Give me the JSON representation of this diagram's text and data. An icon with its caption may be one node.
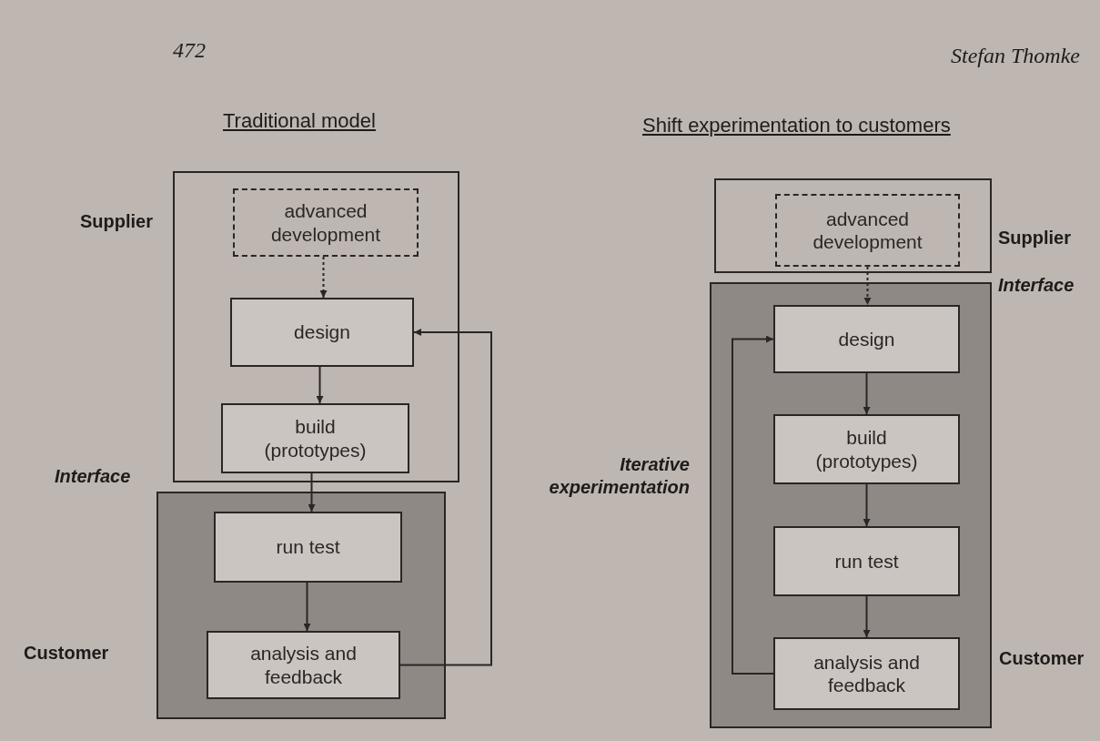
{
  "diagram": {
    "nodes": [
      {
        "text": [],
        "shape": "box",
        "beside": [
          "Supplier"
        ]
      },
      {
        "text": [
          "advanced development"
        ],
        "in": 0
      },
      {
        "text": [
          "design"
        ],
        "in": 0
      },
      {
        "text": [
          "build (prototypes)"
        ],
        "in": 0
      },
      {
        "text": [],
        "shape": "box",
        "beside": [
          "Customer"
        ]
      },
      {
        "text": [
          "run test"
        ],
        "in": 4
      },
      {
        "text": [
          "analysis and feedback"
        ],
        "in": 4
      },
      {
        "text": [],
        "shape": "box",
        "beside": [
          "Supplier"
        ]
      },
      {
        "text": [
          "advanced development"
        ],
        "in": 7
      },
      {
        "text": [],
        "shape": "box",
        "beside": [
          "Customer"
        ]
      },
      {
        "text": [
          "design"
        ],
        "in": 9
      },
      {
        "text": [
          "build (prototypes)"
        ],
        "in": 9
      },
      {
        "text": [
          "run test"
        ],
        "in": 9
      },
      {
        "text": [
          "analysis and feedback"
        ],
        "in": 9
      }
    ],
    "edges": [
      {
        "from": 1,
        "to": 2,
        "arrow": "to",
        "style": "dashed"
      },
      {
        "from": 2,
        "to": 3,
        "arrow": "to"
      },
      {
        "from": 3,
        "to": 5,
        "arrow": "to"
      },
      {
        "from": 5,
        "to": 6,
        "arrow": "to"
      },
      {
        "from": 6,
        "to": 2,
        "arrow": "to"
      },
      {
        "from": 8,
        "to": 10,
        "arrow": "to",
        "style": "dashed"
      },
      {
        "from": 10,
        "to": 11,
        "arrow": "to"
      },
      {
        "from": 11,
        "to": 12,
        "arrow": "to"
      },
      {
        "from": 12,
        "to": 13,
        "arrow": "to"
      },
      {
        "from": 13,
        "to": 10,
        "arrow": "to"
      }
    ],
    "labels": [
      "472",
      "Stefan Thomke",
      "Traditional model",
      "Shift experimentation to customers",
      "Interface",
      "Iterative experimentation",
      "Interface"
    ]
  }
}
